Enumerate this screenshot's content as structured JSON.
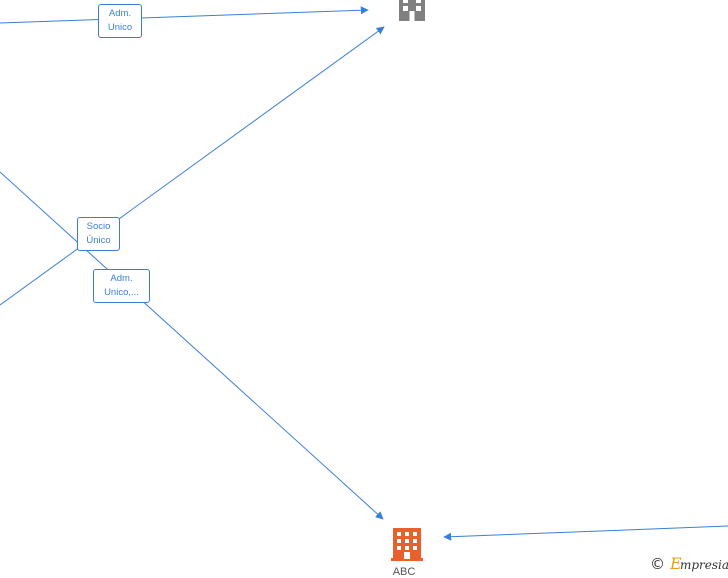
{
  "colors": {
    "edge": "#3a7fd5",
    "node_gray": "#808080",
    "node_orange": "#e8602c",
    "brand_e": "#f39c12",
    "brand_text": "#333333"
  },
  "edges": [
    {
      "id": "e1",
      "label_lines": [
        "Adm.",
        "Unico"
      ]
    },
    {
      "id": "e2",
      "label_lines": [
        "Socio",
        "Único"
      ]
    },
    {
      "id": "e3",
      "label_lines": [
        "Adm.",
        "Unico,..."
      ]
    }
  ],
  "nodes": [
    {
      "id": "company-top",
      "icon": "building-icon",
      "label": ""
    },
    {
      "id": "company-abc",
      "icon": "building-icon",
      "label": "ABC"
    }
  ],
  "watermark": {
    "copyright": "©",
    "brand": "Empresia"
  }
}
